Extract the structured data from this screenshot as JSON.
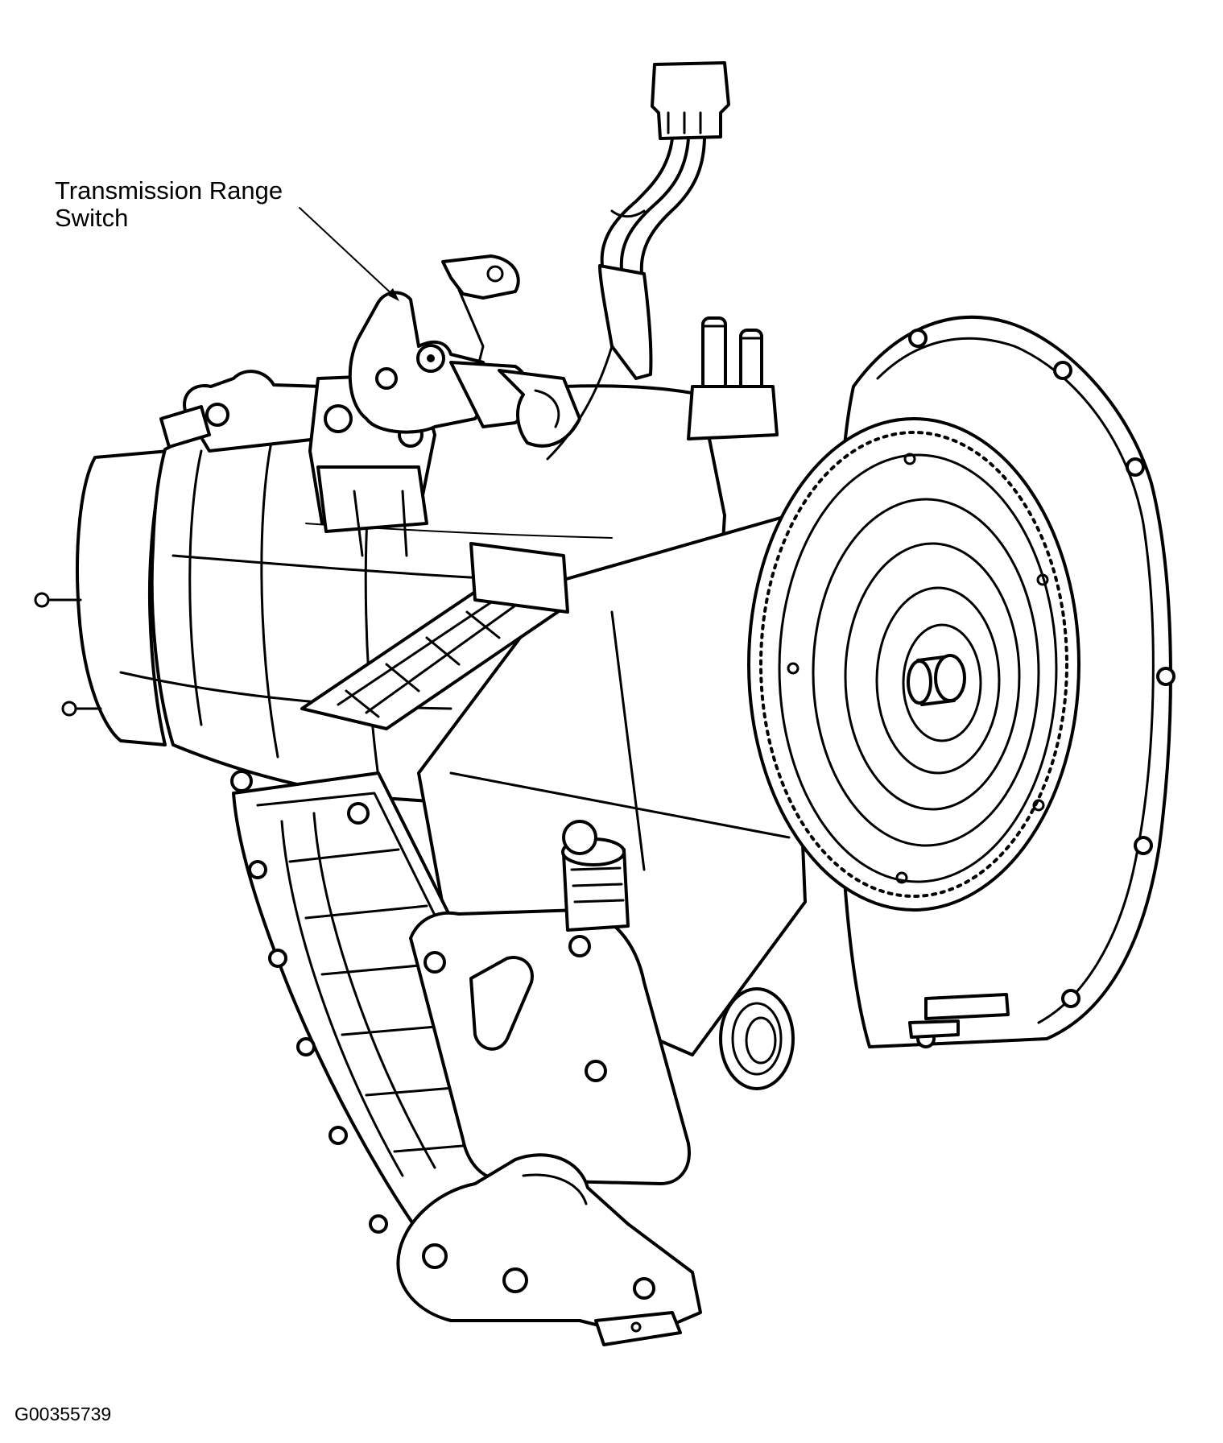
{
  "callout": {
    "line1": "Transmission Range",
    "line2": "Switch"
  },
  "figure_id": "G00355739"
}
